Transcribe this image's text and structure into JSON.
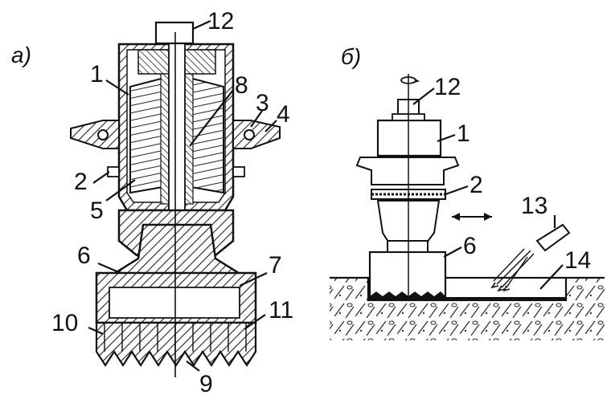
{
  "figure": {
    "panel_a": {
      "letter": "а)",
      "labels": {
        "l1": "1",
        "l2": "2",
        "l3": "3",
        "l4": "4",
        "l5": "5",
        "l6": "6",
        "l7": "7",
        "l8": "8",
        "l9": "9",
        "l10": "10",
        "l11": "11",
        "l12": "12"
      }
    },
    "panel_b": {
      "letter": "б)",
      "labels": {
        "l1": "1",
        "l2": "2",
        "l6": "6",
        "l12": "12",
        "l13": "13",
        "l14": "14"
      }
    }
  }
}
